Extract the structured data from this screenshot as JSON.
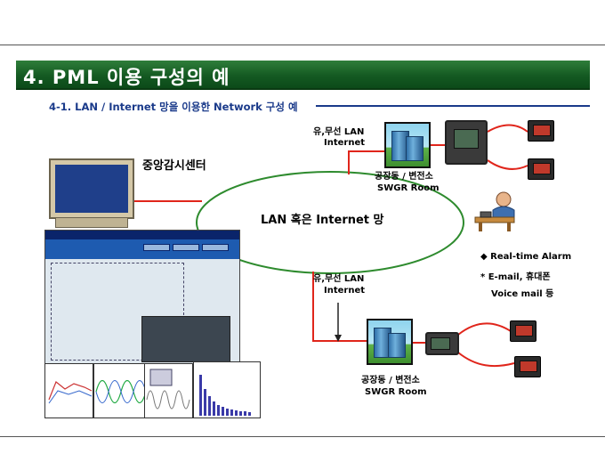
{
  "header": {
    "title": "4. PML 이용 구성의 예"
  },
  "subtitle": "4-1. LAN / Internet 망을 이용한 Network 구성 예",
  "center_label": "중앙감시센터",
  "network_label": "LAN 혹은 Internet 망",
  "top_site": {
    "link_line1": "유,무선 LAN",
    "link_line2": "Internet",
    "name_line1": "공장동 / 변전소",
    "name_line2": "SWGR Room"
  },
  "bottom_site": {
    "link_line1": "유,무선 LAN",
    "link_line2": "Internet",
    "name_line1": "공장동 / 변전소",
    "name_line2": "SWGR Room"
  },
  "alarm": {
    "line1": "◆ Real-time Alarm",
    "line2": "* E-mail, 휴대폰",
    "line3": "Voice mail 등"
  },
  "colors": {
    "title_bar": "#145a22",
    "link_line": "#e0251b",
    "subtitle": "#1a3a8a",
    "ellipse": "#2e8b2e"
  }
}
